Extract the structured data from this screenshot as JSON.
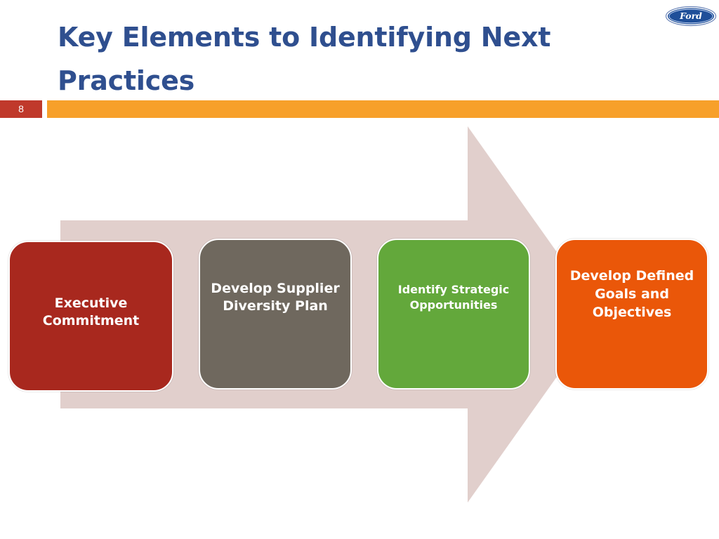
{
  "slide": {
    "title": "Key Elements to Identifying Next Practices",
    "number": "8"
  },
  "logo": {
    "text": "Ford"
  },
  "colors": {
    "title": "#2f4f8f",
    "slide_number_bg": "#c0392b",
    "accent_bar": "#f7a02a",
    "arrow": "#e1cfcc",
    "step_1": "#a8281e",
    "step_2": "#6f685e",
    "step_3": "#63a83b",
    "step_4": "#ea5709"
  },
  "diagram": {
    "steps": [
      {
        "label": "Executive Commitment"
      },
      {
        "label": "Develop Supplier Diversity Plan"
      },
      {
        "label": "Identify Strategic Opportunities"
      },
      {
        "label": "Develop Defined Goals and Objectives"
      }
    ]
  }
}
